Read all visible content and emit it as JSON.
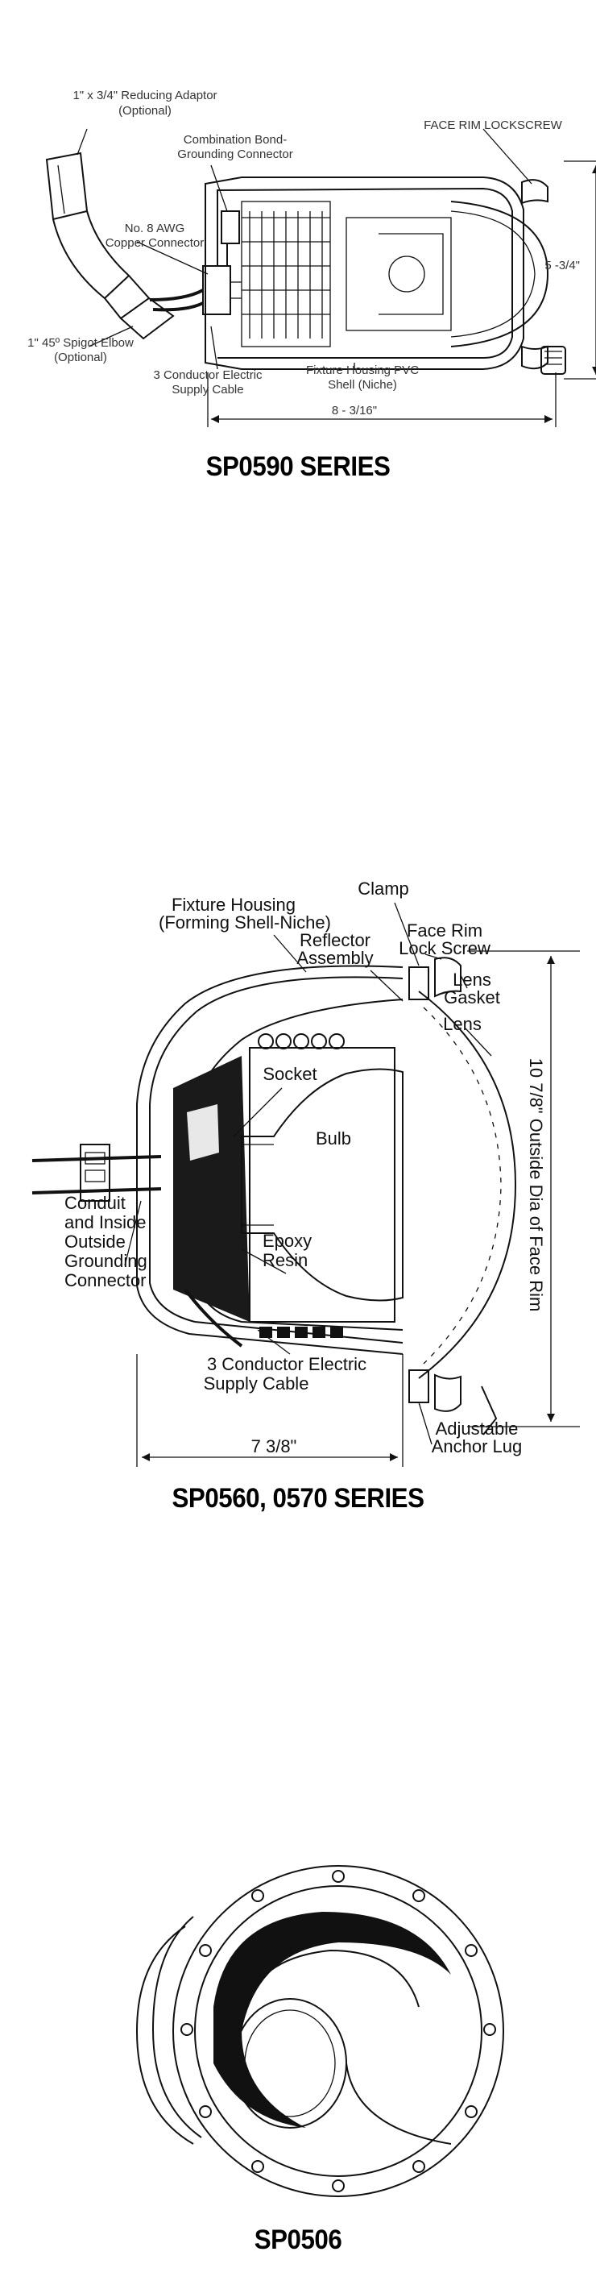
{
  "diagram1": {
    "title": "SP0590 SERIES",
    "labels": {
      "reducing_adaptor_1": "1\" x 3/4\" Reducing Adaptor",
      "reducing_adaptor_2": "(Optional)",
      "bond_connector_1": "Combination Bond-",
      "bond_connector_2": "Grounding Connector",
      "face_rim_lockscrew": "FACE RIM LOCKSCREW",
      "awg_1": "No. 8 AWG",
      "awg_2": "Copper Connector",
      "dim_height": "5 -3/4\"",
      "spigot_1": "1\" 45º Spigot Elbow",
      "spigot_2": "(Optional)",
      "supply_cable_1": "3 Conductor Electric",
      "supply_cable_2": "Supply Cable",
      "housing_1": "Fixture Housing PVC",
      "housing_2": "Shell (Niche)",
      "dim_width": "8 - 3/16\""
    }
  },
  "diagram2": {
    "title": "SP0560, 0570 SERIES",
    "labels": {
      "clamp": "Clamp",
      "fixture_housing_1": "Fixture Housing",
      "fixture_housing_2": "(Forming Shell-Niche)",
      "face_rim_1": "Face Rim",
      "face_rim_2": "Lock Screw",
      "reflector_1": "Reflector",
      "reflector_2": "Assembly",
      "lens_gasket_1": "Lens",
      "lens_gasket_2": "Gasket",
      "lens": "Lens",
      "socket": "Socket",
      "bulb": "Bulb",
      "outside_dia": "10 7/8\" Outside Dia of Face Rim",
      "conduit_1": "Conduit",
      "conduit_2": "and Inside",
      "conduit_3": "Outside",
      "conduit_4": "Grounding",
      "conduit_5": "Connector",
      "epoxy_1": "Epoxy",
      "epoxy_2": "Resin",
      "supply_cable_1": "3 Conductor Electric",
      "supply_cable_2": "Supply Cable",
      "dim_width": "7 3/8\"",
      "anchor_1": "Adjustable",
      "anchor_2": "Anchor Lug"
    }
  },
  "diagram3": {
    "title": "SP0506"
  }
}
